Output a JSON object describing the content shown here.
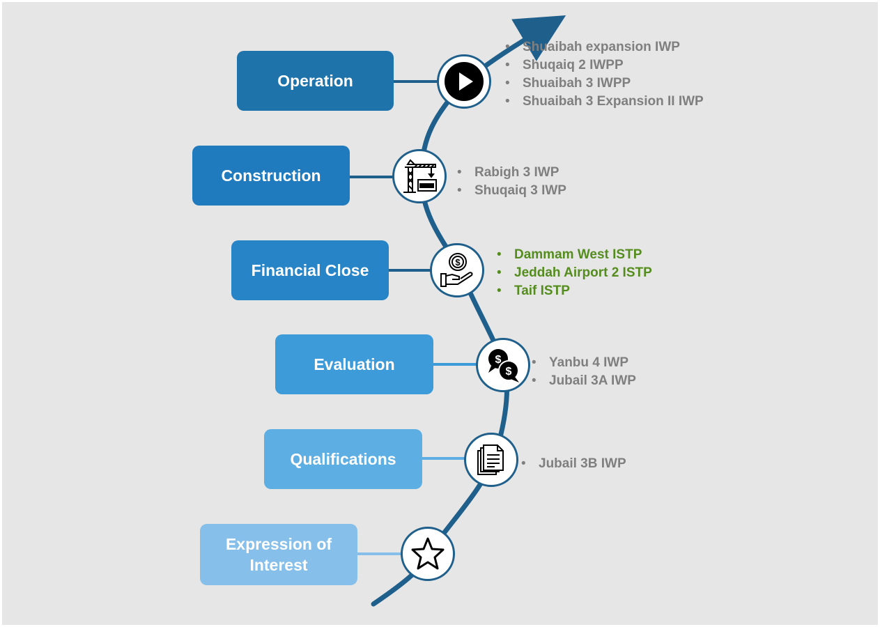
{
  "stages": [
    {
      "label": "Operation",
      "color": "#1e73aa",
      "icon": "play-icon",
      "projects": [
        "Shuaibah expansion IWP",
        "Shuqaiq 2 IWPP",
        "Shuaibah 3 IWPP",
        "Shuaibah 3 Expansion II IWP"
      ],
      "project_color": "#7f7f7f"
    },
    {
      "label": "Construction",
      "color": "#1f7bbd",
      "icon": "crane-icon",
      "projects": [
        "Rabigh 3 IWP",
        "Shuqaiq 3 IWP"
      ],
      "project_color": "#7f7f7f"
    },
    {
      "label": "Financial Close",
      "color": "#2784c6",
      "icon": "money-hand-icon",
      "projects": [
        "Dammam West ISTP",
        "Jeddah Airport 2 ISTP",
        "Taif ISTP"
      ],
      "project_color": "#548c1e"
    },
    {
      "label": "Evaluation",
      "color": "#3e9bd9",
      "icon": "dollar-chat-icon",
      "projects": [
        "Yanbu 4 IWP",
        "Jubail 3A IWP"
      ],
      "project_color": "#7f7f7f"
    },
    {
      "label": "Qualifications",
      "color": "#5daee3",
      "icon": "documents-icon",
      "projects": [
        "Jubail 3B IWP"
      ],
      "project_color": "#7f7f7f"
    },
    {
      "label": "Expression of\nInterest",
      "color": "#86c0ea",
      "icon": "star-icon",
      "projects": [],
      "project_color": "#7f7f7f"
    }
  ],
  "curve_color": "#1f5f8b"
}
